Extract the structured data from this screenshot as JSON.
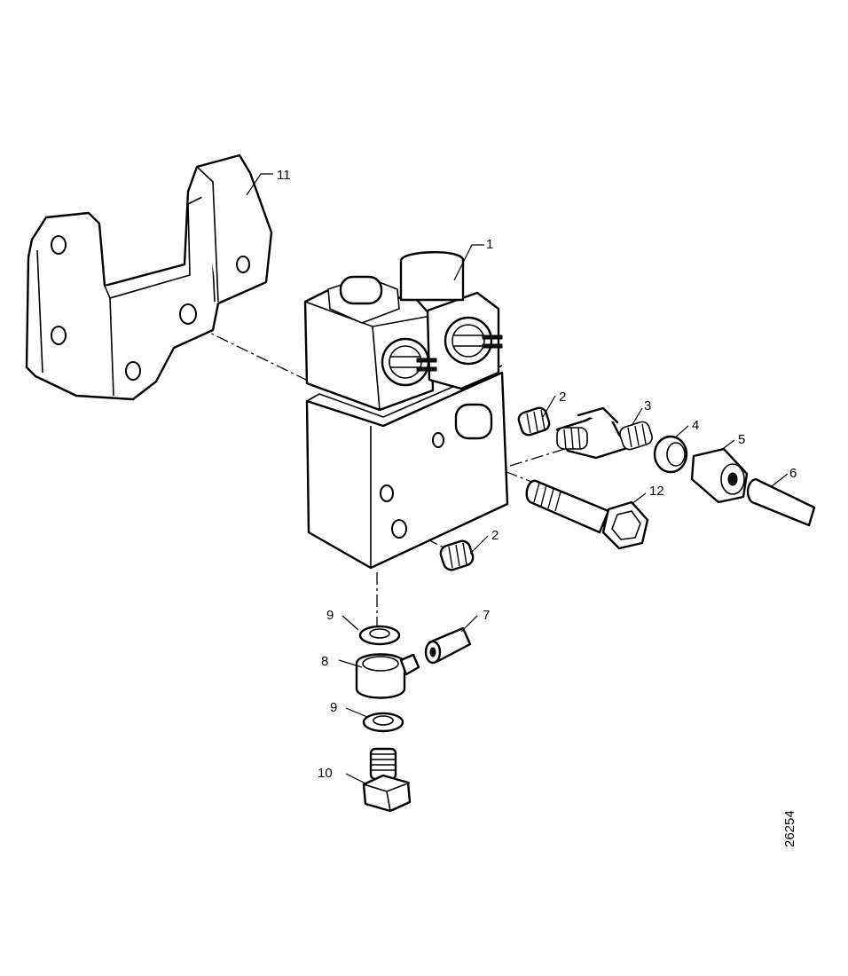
{
  "callouts": {
    "c1": "1",
    "c2a": "2",
    "c2b": "2",
    "c3": "3",
    "c4": "4",
    "c5": "5",
    "c6": "6",
    "c7": "7",
    "c8": "8",
    "c9a": "9",
    "c9b": "9",
    "c10": "10",
    "c11": "11",
    "c12": "12"
  },
  "figure_ref": "26254"
}
